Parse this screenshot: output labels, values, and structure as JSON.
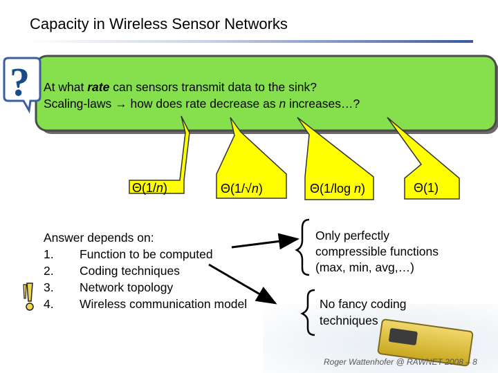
{
  "title": "Capacity in Wireless Sensor Networks",
  "question": {
    "line1_before": "At what ",
    "line1_emph": "rate",
    "line1_after": " can sensors transmit data to the sink?",
    "line2_before": "Scaling-laws ",
    "line2_arrow": "→",
    "line2_mid": " how does rate decrease as ",
    "line2_var": "n",
    "line2_after": " increases…?"
  },
  "callouts": {
    "c1": {
      "prefix": "Θ(1/",
      "var": "n",
      "suffix": ")"
    },
    "c2": {
      "prefix": "Θ(1/√",
      "var": "n",
      "suffix": ")"
    },
    "c3": {
      "prefix": "Θ(1/log ",
      "var": "n",
      "suffix": ")"
    },
    "c4": {
      "text": "Θ(1)"
    }
  },
  "answer": {
    "heading": "Answer depends on:",
    "items": [
      {
        "num": "1.",
        "text": "Function to be computed"
      },
      {
        "num": "2.",
        "text": "Coding techniques"
      },
      {
        "num": "3.",
        "text": "Network topology"
      },
      {
        "num": "4.",
        "text": "Wireless communication model"
      }
    ]
  },
  "notes": {
    "only_perfectly": [
      "Only perfectly",
      "compressible functions",
      "(max, min, avg,…)"
    ],
    "no_fancy": [
      "No fancy coding",
      "techniques"
    ]
  },
  "footer": "Roger Wattenhofer @ RAWNET 2008 – 8",
  "colors": {
    "callout_fill": "#ffff00",
    "box_fill": "#86e04e",
    "box_border": "#4a4a4a"
  },
  "icons": [
    "question-mark-icon",
    "exclamation-mark-icon",
    "sensor-device"
  ]
}
